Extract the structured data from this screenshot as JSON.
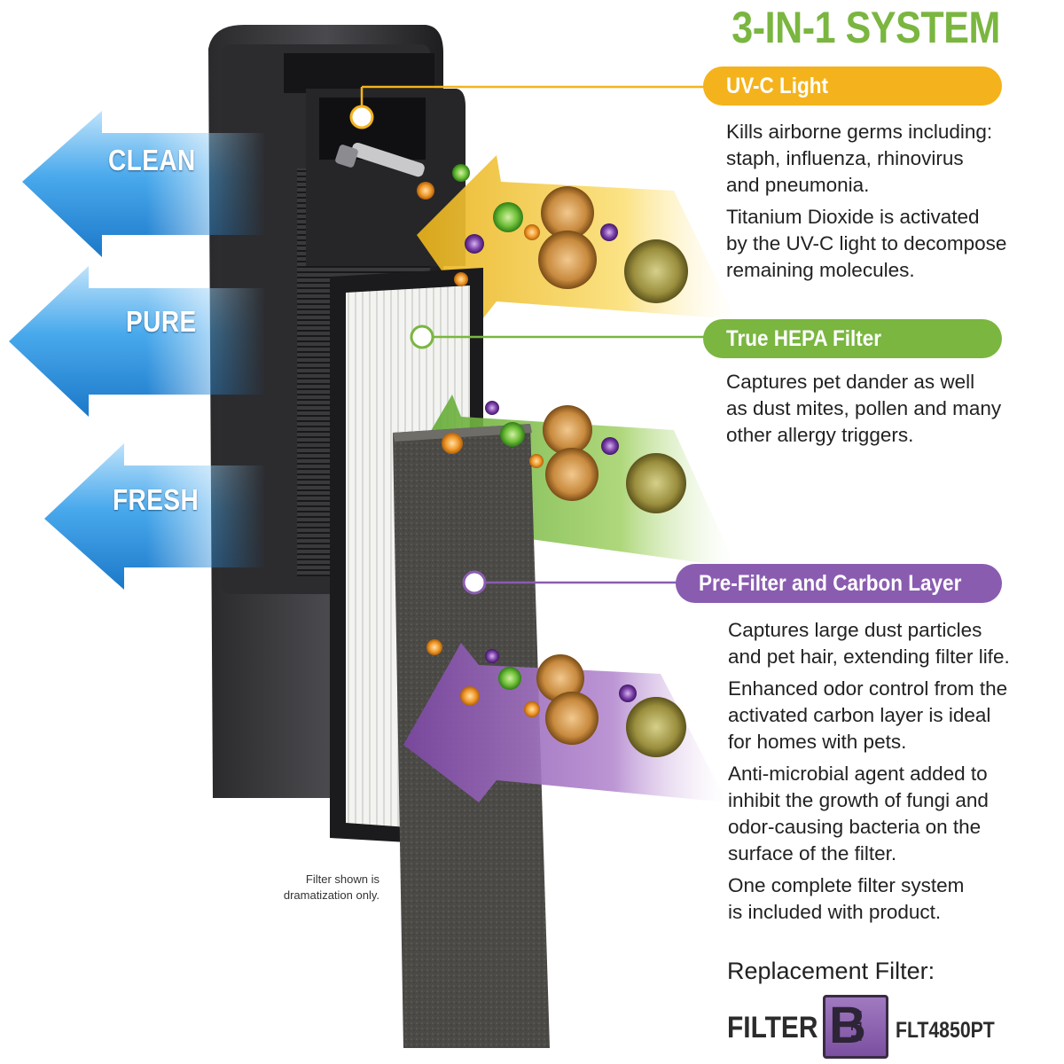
{
  "title": "3-IN-1 SYSTEM",
  "arrows": [
    {
      "label": "CLEAN"
    },
    {
      "label": "PURE"
    },
    {
      "label": "FRESH"
    }
  ],
  "sections": [
    {
      "heading": "UV-C Light",
      "color": "#f4b31c",
      "paragraphs": [
        "Kills airborne germs including:\nstaph, influenza, rhinovirus\nand pneumonia.",
        "Titanium Dioxide is activated\nby the UV-C light to decompose\nremaining molecules."
      ]
    },
    {
      "heading": "True HEPA Filter",
      "color": "#7ab640",
      "paragraphs": [
        "Captures pet dander as well\nas dust mites, pollen and many\nother allergy triggers."
      ]
    },
    {
      "heading": "Pre-Filter and Carbon Layer",
      "color": "#8a5cb0",
      "paragraphs": [
        "Captures large dust particles\nand pet hair, extending filter life.",
        "Enhanced odor control from the\nactivated carbon layer is ideal\nfor homes with pets.",
        "Anti-microbial agent added to\ninhibit the growth of fungi and\nodor-causing bacteria on the\nsurface of the filter.",
        "One complete filter system\nis included with product."
      ]
    }
  ],
  "note": "Filter shown is\ndramatization only.",
  "replacement": {
    "label": "Replacement Filter:",
    "filter_word": "FILTER",
    "badge_letter": "B",
    "badge_sub": "PET",
    "model": "FLT4850PT"
  },
  "colors": {
    "arrow_blue": "#2f97e0",
    "title_green": "#7ab640",
    "uv_orange": "#f4b31c",
    "hepa_green": "#7ab640",
    "carbon_purple": "#8a5cb0"
  }
}
